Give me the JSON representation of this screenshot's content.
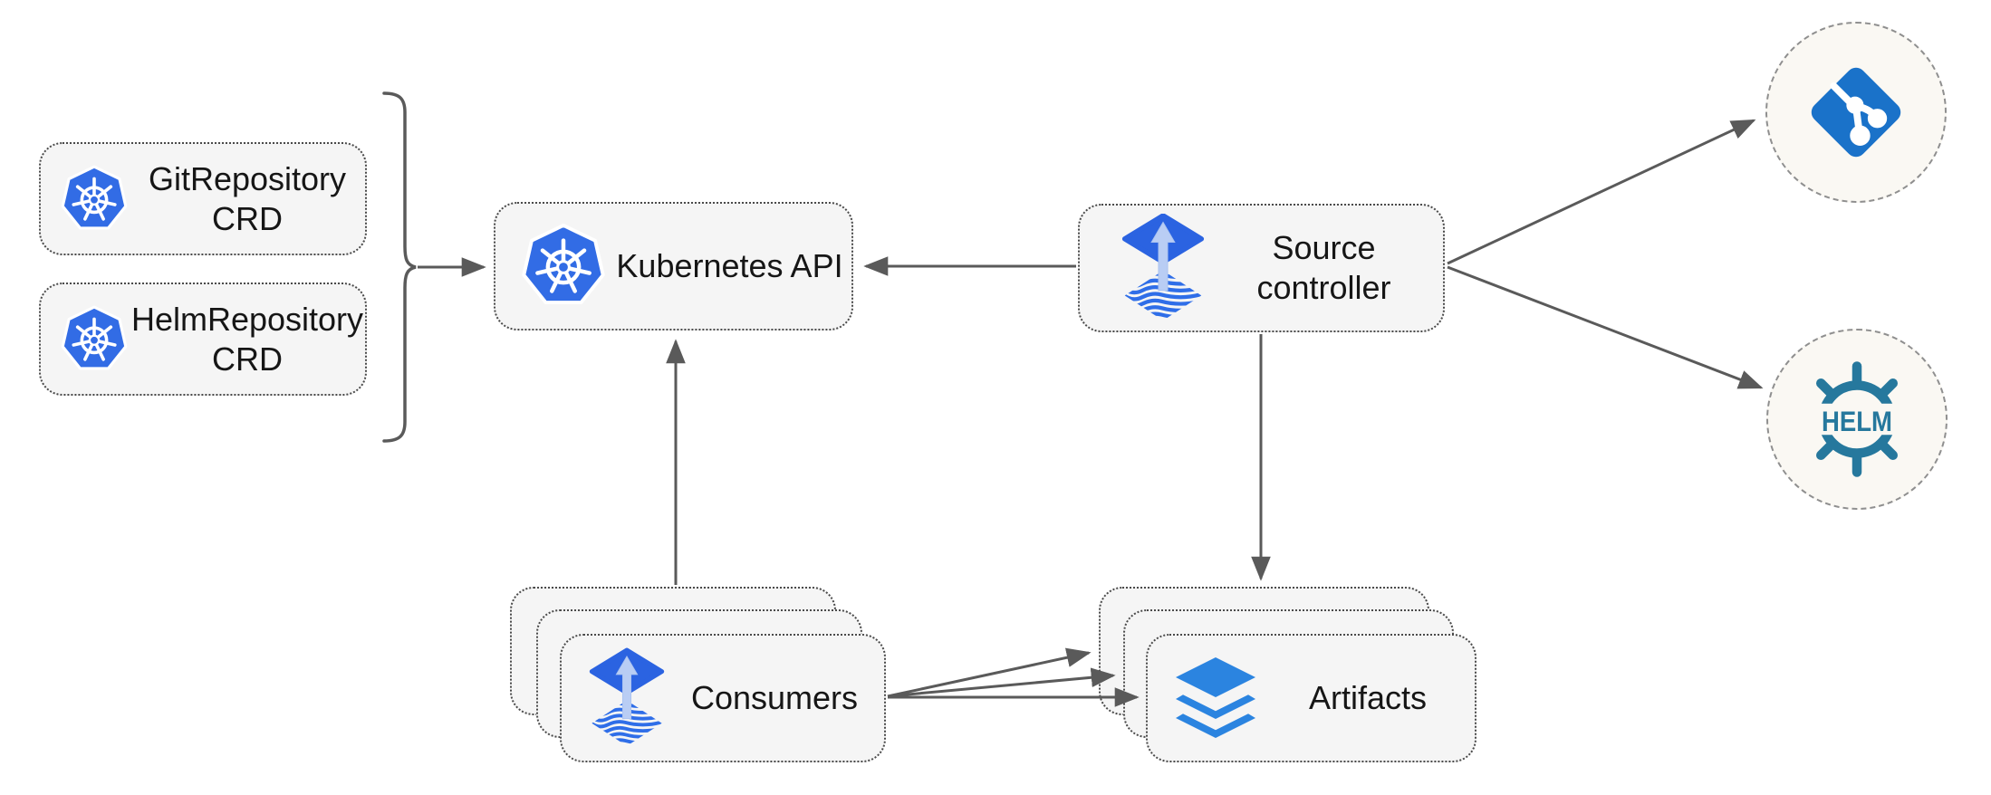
{
  "diagram": {
    "kind": "architecture-diagram",
    "nodes": {
      "git_repository_crd": {
        "label": "GitRepository CRD",
        "icon": "kubernetes-icon"
      },
      "helm_repository_crd": {
        "label": "HelmRepository CRD",
        "icon": "kubernetes-icon"
      },
      "kubernetes_api": {
        "label": "Kubernetes API",
        "icon": "kubernetes-icon"
      },
      "source_controller": {
        "label": "Source controller",
        "icon": "flux-source-icon"
      },
      "consumers": {
        "label": "Consumers",
        "icon": "flux-source-icon",
        "stacked": true
      },
      "artifacts": {
        "label": "Artifacts",
        "icon": "layers-icon",
        "stacked": true
      },
      "git_remote": {
        "icon": "git-icon"
      },
      "helm_remote": {
        "icon": "helm-icon",
        "logo_text": "HELM"
      }
    },
    "edges": [
      {
        "from": "git_repository_crd + helm_repository_crd",
        "to": "kubernetes_api",
        "via": "curly-brace"
      },
      {
        "from": "source_controller",
        "to": "kubernetes_api"
      },
      {
        "from": "consumers",
        "to": "kubernetes_api"
      },
      {
        "from": "source_controller",
        "to": "artifacts"
      },
      {
        "from": "source_controller",
        "to": "git_remote"
      },
      {
        "from": "source_controller",
        "to": "helm_remote"
      },
      {
        "from": "consumers",
        "to": "artifacts",
        "count": 3
      }
    ],
    "colors": {
      "kubernetes_blue": "#326ce5",
      "flux_blue": "#2b63e1",
      "flux_arrow_light": "#b9cdf4",
      "git_blue": "#1a72c9",
      "helm_teal": "#26789d",
      "artifacts_blue": "#2b84e0",
      "edge_gray": "#5a5a5a",
      "node_fill": "#f5f5f5",
      "node_border": "#4a4a4a",
      "endpoint_fill": "#faf8f3",
      "endpoint_border": "#8f8f8f",
      "text": "#161616",
      "background": "#ffffff"
    }
  }
}
